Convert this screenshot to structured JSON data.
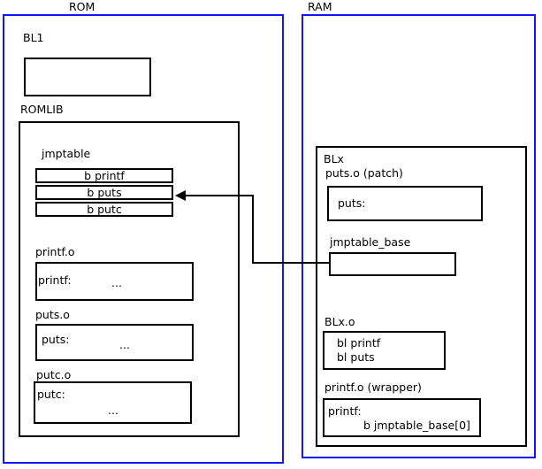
{
  "diagram": {
    "title_rom": "ROM",
    "title_ram": "RAM",
    "colors": {
      "region_border": "#1414ff",
      "box_border": "#000000",
      "background": "#ffffff",
      "text": "#000000",
      "connector": "#000000"
    }
  },
  "rom": {
    "label": "ROM",
    "bl1": {
      "label": "BL1",
      "content": ""
    },
    "romlib": {
      "label": "ROMLIB",
      "jmptable": {
        "label": "jmptable",
        "entries": [
          "b printf",
          "b puts",
          "b putc"
        ]
      },
      "objects": [
        {
          "label": "printf.o",
          "symbol": "printf:",
          "body": "..."
        },
        {
          "label": "puts.o",
          "symbol": "puts:",
          "body": "..."
        },
        {
          "label": "putc.o",
          "symbol": "putc:",
          "body": "..."
        }
      ]
    }
  },
  "ram": {
    "label": "RAM",
    "blx": {
      "label": "BLx",
      "puts_patch": {
        "label": "puts.o (patch)",
        "symbol": "puts:"
      },
      "jmptable_base": {
        "label": "jmptable_base",
        "content": ""
      },
      "blx_o": {
        "label": "BLx.o",
        "lines": [
          "bl printf",
          "bl puts"
        ]
      },
      "printf_wrapper": {
        "label": "printf.o (wrapper)",
        "symbol": "printf:",
        "instruction": "b jmptable_base[0]"
      }
    }
  },
  "connector": {
    "from": "jmptable_base",
    "to": "jmptable-entry-b-puts",
    "arrow_direction": "left"
  }
}
